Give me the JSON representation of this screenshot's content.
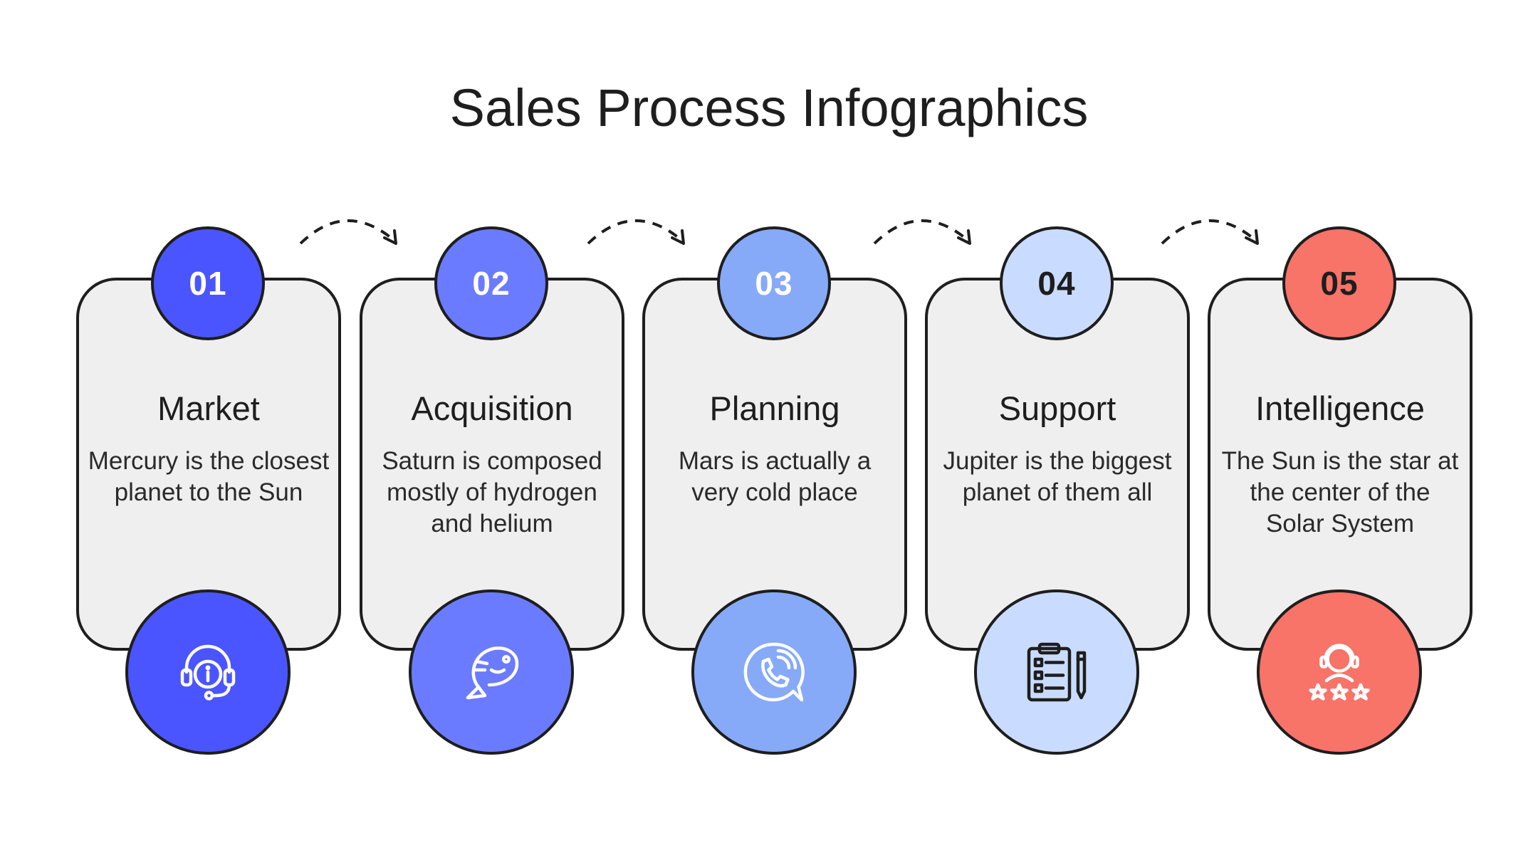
{
  "title": "Sales Process Infographics",
  "colors": {
    "step1": "#4a55ff",
    "step2": "#6b7bff",
    "step3": "#86aaf8",
    "step4": "#c9dcff",
    "step5": "#f87368",
    "card": "#efefef",
    "outline": "#1e1e1e"
  },
  "steps": [
    {
      "number": "01",
      "heading": "Market",
      "description": "Mercury is the closest planet to the Sun",
      "icon": "headset-info-icon",
      "number_color": "#ffffff"
    },
    {
      "number": "02",
      "heading": "Acquisition",
      "description": "Saturn is composed mostly of hydrogen and helium",
      "icon": "fish-icon",
      "number_color": "#ffffff"
    },
    {
      "number": "03",
      "heading": "Planning",
      "description": "Mars is actually a very cold place",
      "icon": "phone-chat-icon",
      "number_color": "#ffffff"
    },
    {
      "number": "04",
      "heading": "Support",
      "description": "Jupiter is the biggest planet of them all",
      "icon": "clipboard-list-icon",
      "number_color": "#1e1e1e"
    },
    {
      "number": "05",
      "heading": "Intelligence",
      "description": "The Sun is the star at the center of the Solar System",
      "icon": "agent-rating-icon",
      "number_color": "#1e1e1e"
    }
  ]
}
